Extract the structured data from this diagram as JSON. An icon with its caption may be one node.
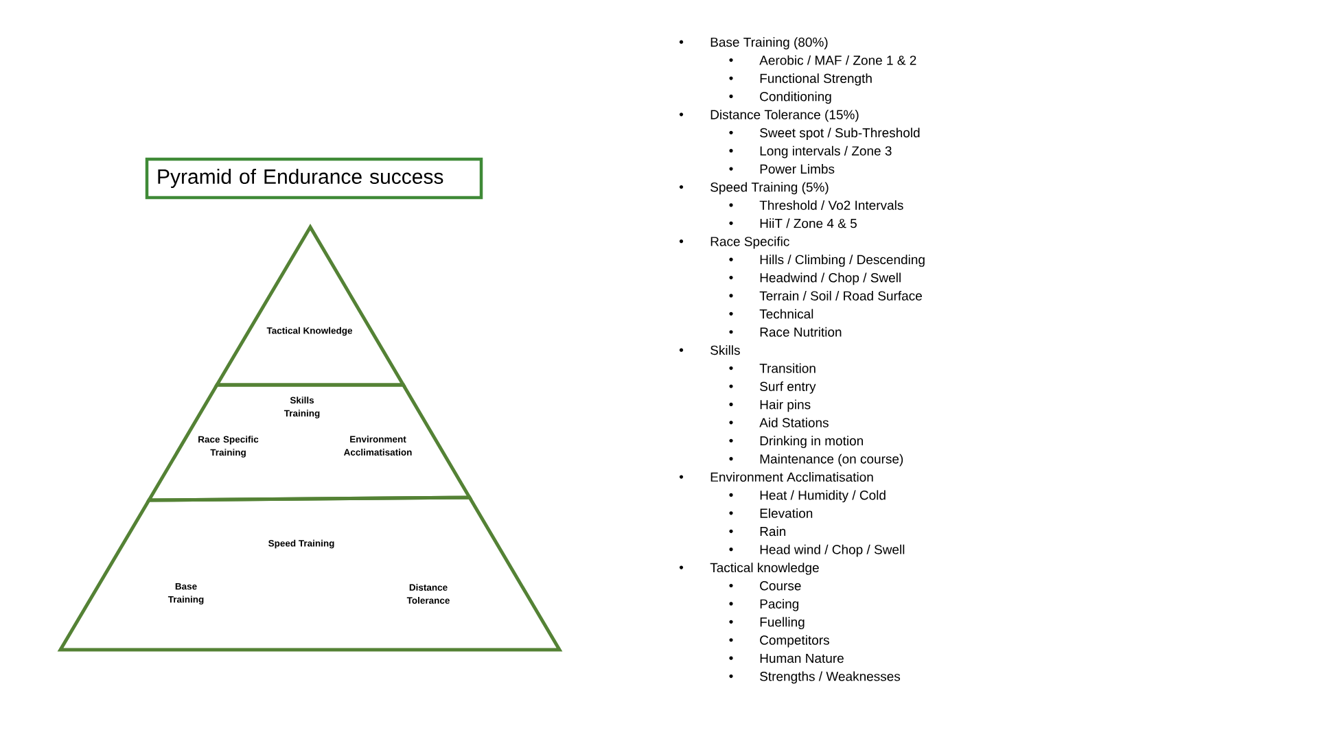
{
  "diagram": {
    "title": "Pyramid of Endurance success",
    "nodes": [
      {
        "text": [
          "Tactical Knowledge"
        ]
      },
      {
        "text": [
          "Skills Training",
          "Race Specific Training",
          "Environment Acclimatisation"
        ]
      },
      {
        "text": [
          "Speed Training",
          "Base Training",
          "Distance Tolerance"
        ]
      }
    ],
    "labels": [
      "Base Training (80%)",
      "Aerobic / MAF / Zone 1 & 2",
      "Functional Strength",
      "Conditioning",
      "Distance Tolerance (15%)",
      "Sweet spot / Sub-Threshold",
      "Long intervals / Zone 3",
      "Power Limbs",
      "Speed Training (5%)",
      "Threshold / Vo2 Intervals",
      "HiiT / Zone 4 & 5",
      "Race Specific",
      "Hills / Climbing / Descending",
      "Headwind / Chop / Swell",
      "Terrain / Soil / Road Surface",
      "Technical",
      "Race Nutrition",
      "Skills",
      "Transition",
      "Surf entry",
      "Hair pins",
      "Aid Stations",
      "Drinking in motion",
      "Maintenance (on course)",
      "Environment Acclimatisation",
      "Heat / Humidity / Cold",
      "Elevation",
      "Rain",
      "Head wind / Chop / Swell",
      "Tactical knowledge",
      "Course",
      "Pacing",
      "Fuelling",
      "Competitors",
      "Human Nature",
      "Strengths / Weaknesses"
    ]
  }
}
